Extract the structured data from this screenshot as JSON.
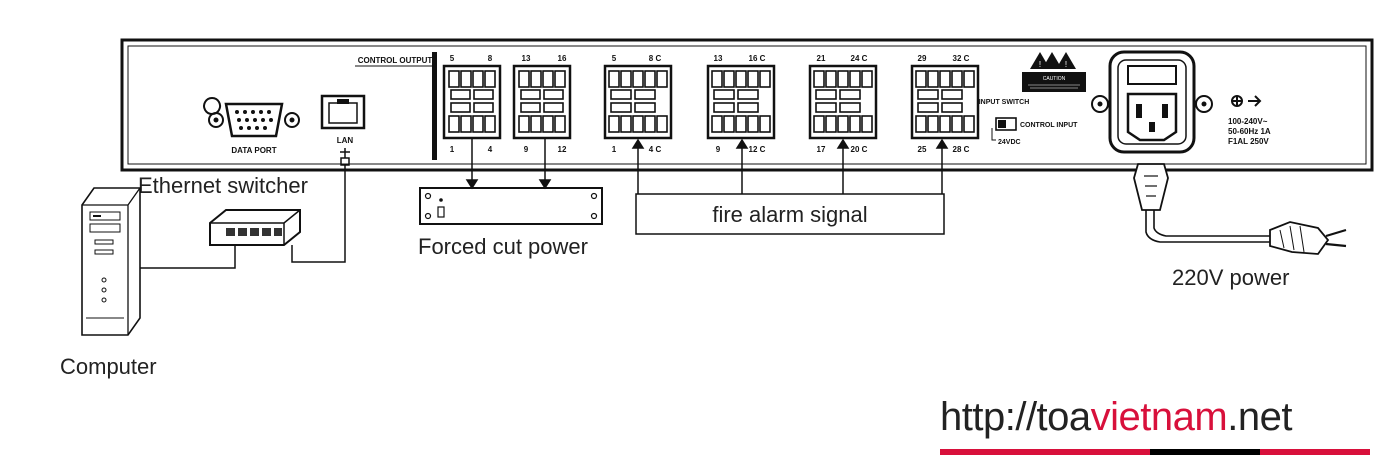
{
  "device": {
    "data_port_label": "DATA PORT",
    "lan_label": "LAN",
    "control_output_label": "CONTROL OUTPUT",
    "control_input_label": "CONTROL INPUT",
    "input_switch_label": "INPUT SWITCH",
    "vdc_label": "24VDC",
    "caution_label": "CAUTION",
    "power_rating_lines": [
      "100-240V~",
      "50-60Hz 1A",
      "F1AL 250V"
    ],
    "output_blocks": [
      {
        "top_left": "5",
        "top_right": "8",
        "bottom_left": "1",
        "bottom_right": "4"
      },
      {
        "top_left": "13",
        "top_right": "16",
        "bottom_left": "9",
        "bottom_right": "12"
      }
    ],
    "input_blocks": [
      {
        "top_left": "5",
        "top_right": "8 C",
        "bottom_left": "1",
        "bottom_right": "4 C"
      },
      {
        "top_left": "13",
        "top_right": "16 C",
        "bottom_left": "9",
        "bottom_right": "12 C"
      },
      {
        "top_left": "21",
        "top_right": "24 C",
        "bottom_left": "17",
        "bottom_right": "20 C"
      },
      {
        "top_left": "29",
        "top_right": "32 C",
        "bottom_left": "25",
        "bottom_right": "28 C"
      }
    ]
  },
  "labels": {
    "ethernet_switcher": "Ethernet switcher",
    "forced_cut_power": "Forced cut power",
    "fire_alarm_signal": "fire  alarm  signal",
    "power_220v": "220V power",
    "computer": "Computer"
  },
  "watermark": {
    "prefix": "http://toa",
    "accent": "vietnam",
    "suffix": ".net",
    "colors": {
      "accent": "#d8103b",
      "dark": "#000000"
    }
  }
}
